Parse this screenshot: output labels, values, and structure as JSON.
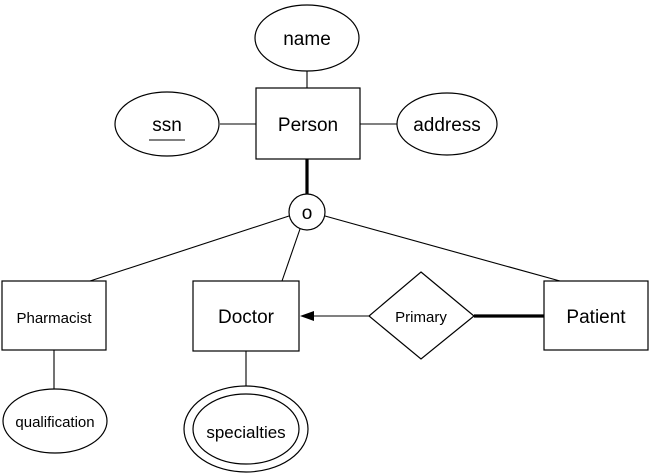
{
  "entities": {
    "person": "Person",
    "pharmacist": "Pharmacist",
    "doctor": "Doctor",
    "patient": "Patient"
  },
  "attributes": {
    "name": "name",
    "ssn": "ssn",
    "address": "address",
    "qualification": "qualification",
    "specialties": "specialties"
  },
  "relationship": "Primary",
  "specialization_symbol": "o"
}
